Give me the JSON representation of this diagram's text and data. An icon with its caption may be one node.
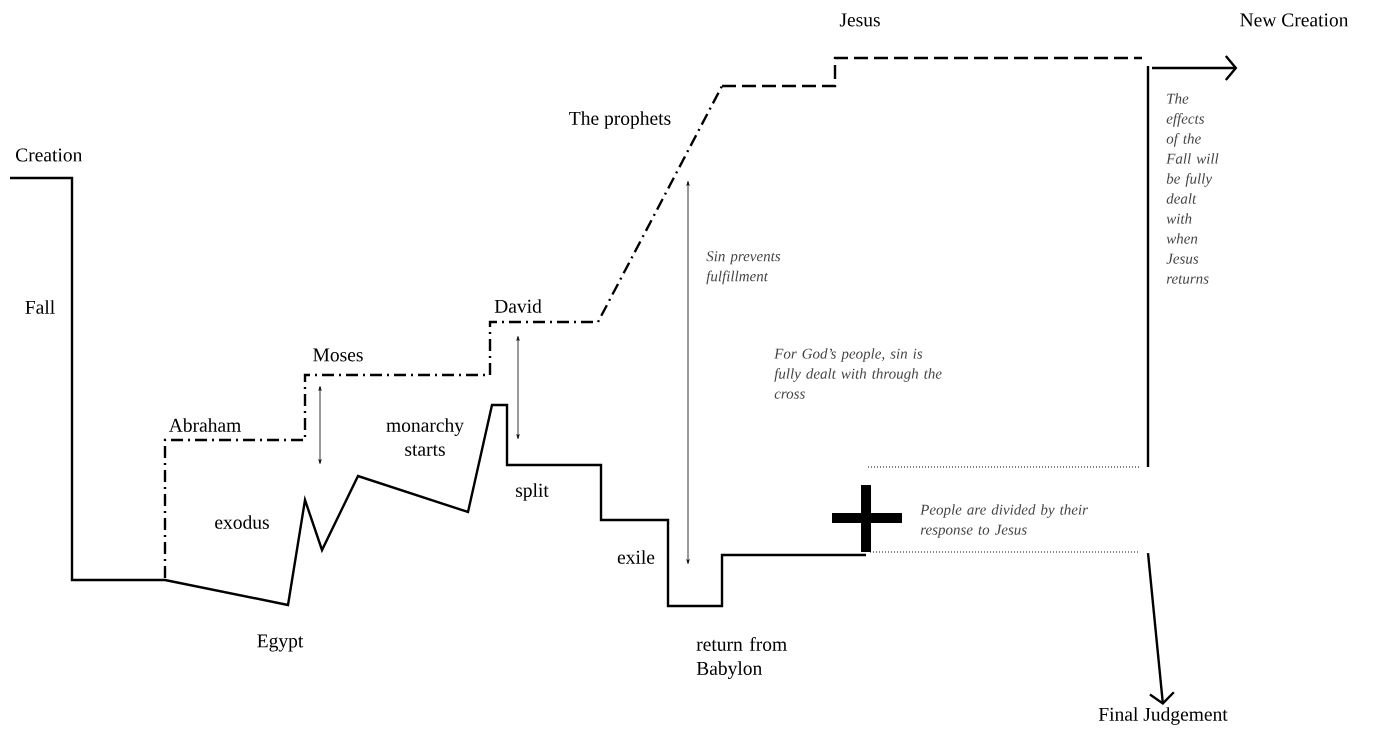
{
  "diagram": {
    "nodes": [
      {
        "text": [
          "New Creation"
        ]
      },
      {
        "text": [
          "Final Judgement"
        ]
      }
    ],
    "edges": [
      {
        "from": null,
        "to": 0,
        "arrow": "to"
      },
      {
        "from": null,
        "to": 1,
        "arrow": "to"
      }
    ],
    "labels": [
      "Creation",
      "Jesus",
      "The prophets",
      "The effects of the Fall will be fully dealt with when Jesus returns",
      "Fall",
      "Sin prevents fulfillment",
      "David",
      "Moses",
      "For God’s people, sin is fully dealt with through the cross",
      "Abraham",
      "monarchy starts",
      "split",
      "People are divided by their response to Jesus",
      "exodus",
      "exile",
      "Egypt",
      "return from Babylon"
    ]
  }
}
